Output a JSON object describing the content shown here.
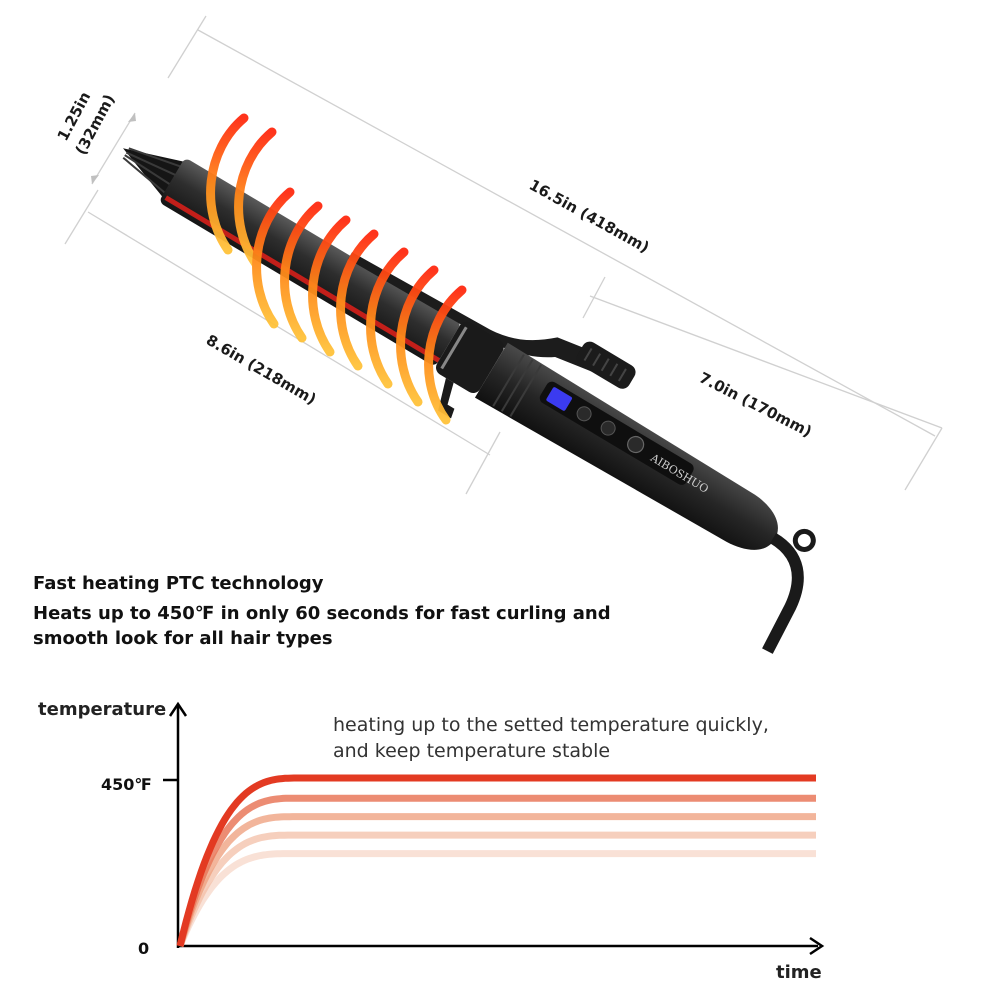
{
  "dimensions": {
    "diameter_in": "1.25in",
    "diameter_mm": "(32mm)",
    "total_length": "16.5in (418mm)",
    "barrel_length": "8.6in (218mm)",
    "cord_length": "7.0in (170mm)"
  },
  "product": {
    "brand": "AIBOSHUO"
  },
  "feature": {
    "title": "Fast heating PTC technology",
    "desc_line1": "Heats up to 450℉ in only 60 seconds for fast curling and",
    "desc_line2": "smooth look for all hair types"
  },
  "colors": {
    "heat_red": "#e8261b",
    "heat_orange": "#f7941d",
    "body_dark": "#2b2b2b",
    "lcd_blue": "#3b3bf0"
  },
  "chart_data": {
    "type": "line",
    "title": "",
    "ylabel": "temperature",
    "xlabel": "time",
    "y_tick_labels": [
      "0",
      "450℉"
    ],
    "annotation_line1": "heating up to the setted temperature quickly,",
    "annotation_line2": "and keep temperature stable",
    "series": [
      {
        "plateau_fraction": 1.0,
        "color": "#e33a22",
        "opacity": 1.0
      },
      {
        "plateau_fraction": 0.88,
        "color": "#e9785a",
        "opacity": 0.85
      },
      {
        "plateau_fraction": 0.77,
        "color": "#eea07f",
        "opacity": 0.78
      },
      {
        "plateau_fraction": 0.66,
        "color": "#f2bda4",
        "opacity": 0.72
      },
      {
        "plateau_fraction": 0.55,
        "color": "#f6d3c2",
        "opacity": 0.68
      }
    ]
  }
}
